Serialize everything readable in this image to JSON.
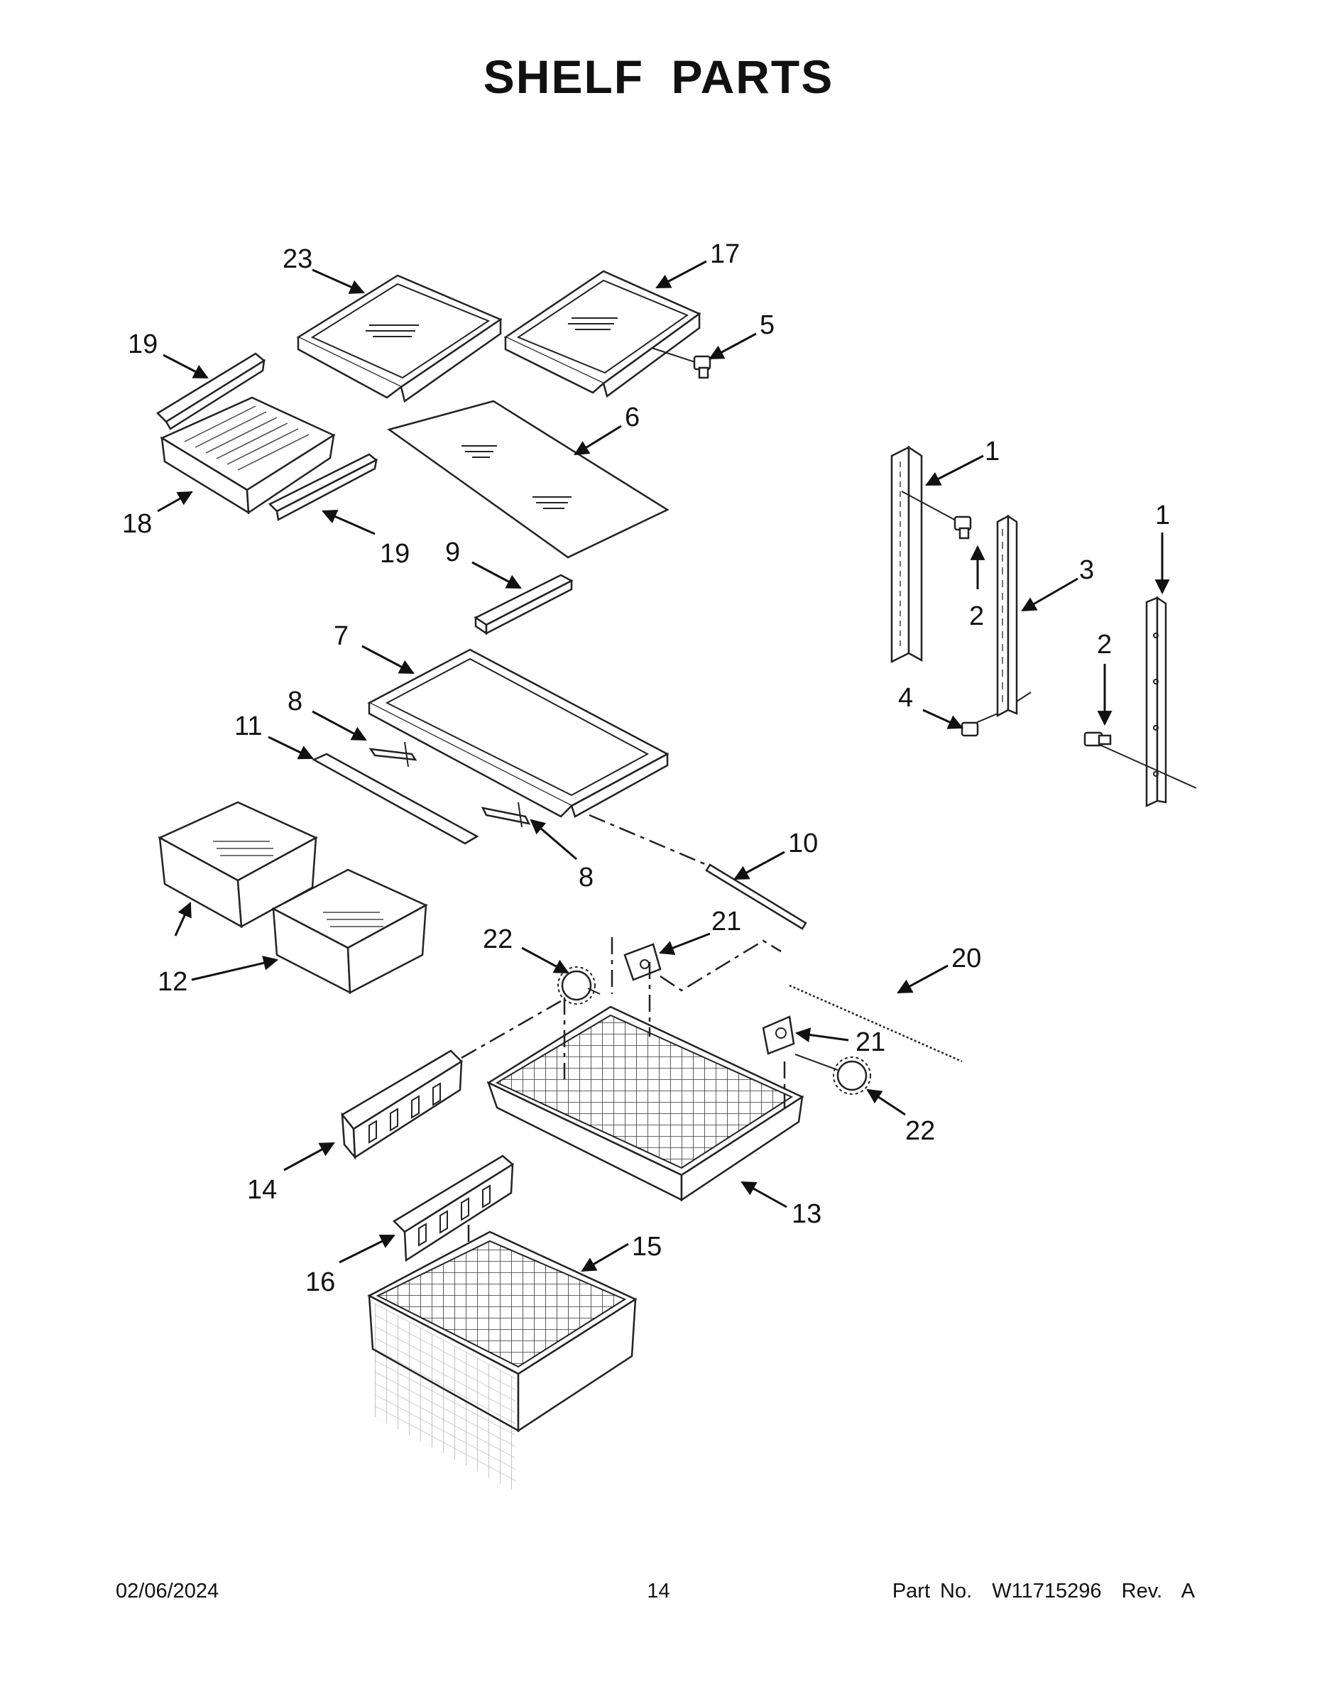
{
  "page": {
    "title": "SHELF PARTS"
  },
  "callouts": [
    "23",
    "17",
    "5",
    "19",
    "6",
    "18",
    "19",
    "9",
    "1",
    "3",
    "2",
    "1",
    "2",
    "7",
    "4",
    "8",
    "11",
    "8",
    "10",
    "21",
    "22",
    "20",
    "12",
    "21",
    "22",
    "14",
    "13",
    "16",
    "15"
  ],
  "footer": {
    "date": "02/06/2024",
    "page_number": "14",
    "part_info": "Part No.  W11715296  Rev.  A"
  }
}
